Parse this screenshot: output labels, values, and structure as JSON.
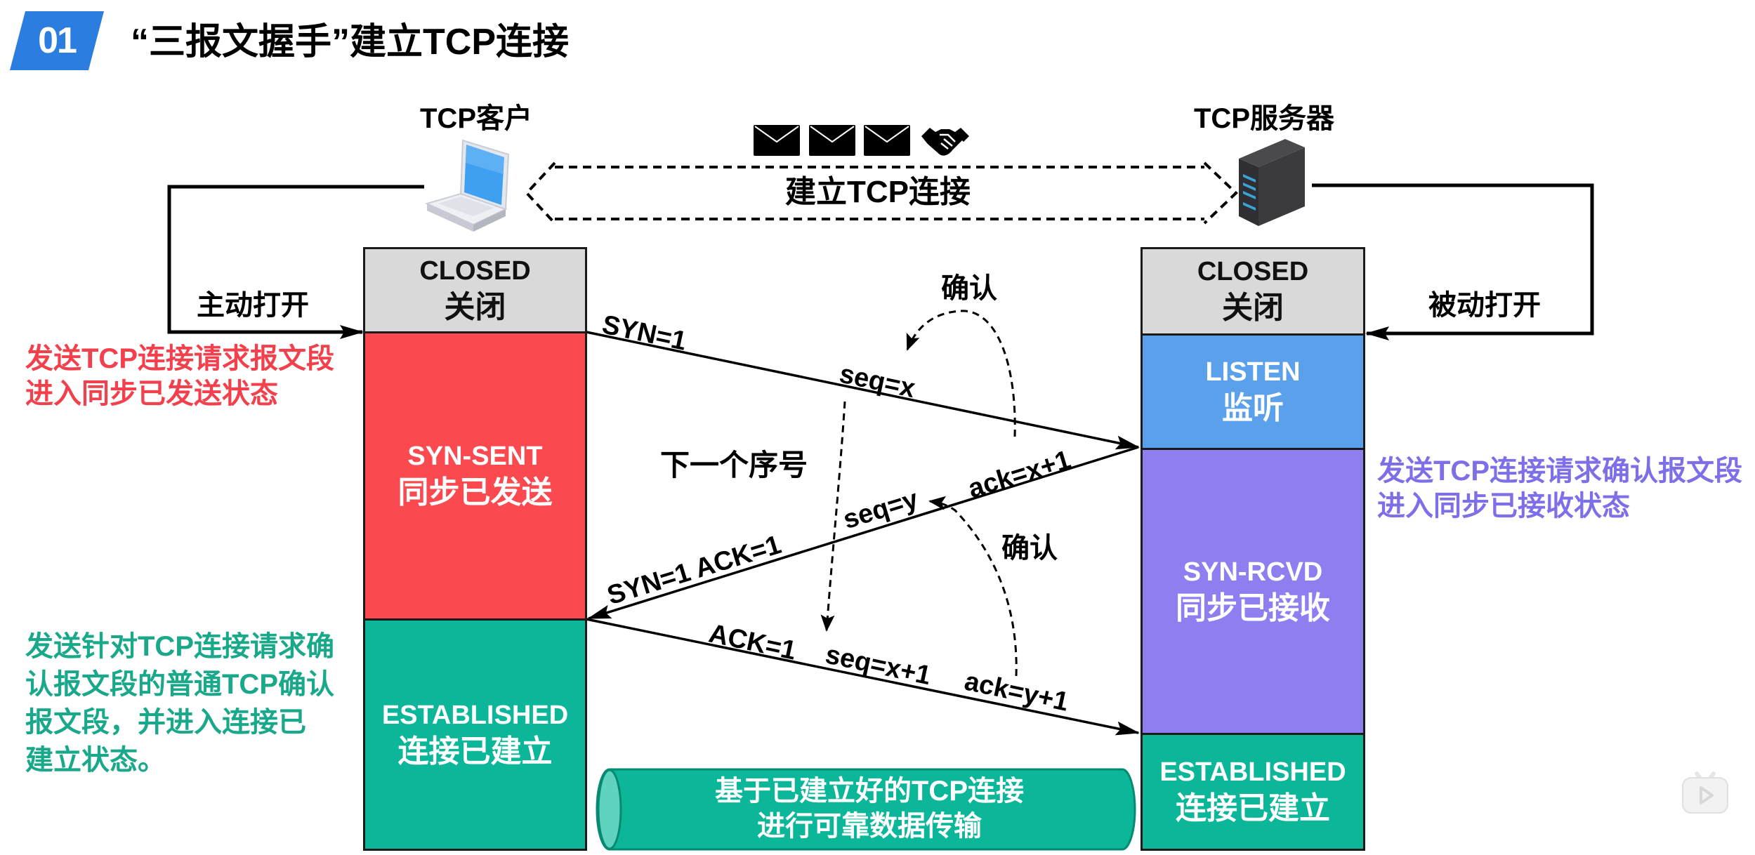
{
  "header": {
    "badge": "01",
    "title": "“三报文握手”建立TCP连接",
    "badge_color": "#2b7de0"
  },
  "nodes": {
    "client": {
      "label": "TCP客户",
      "icon": "laptop-icon"
    },
    "server": {
      "label": "TCP服务器",
      "icon": "server-icon"
    },
    "connection_label": "建立TCP连接",
    "message_icons": [
      "envelope-icon",
      "envelope-icon",
      "envelope-icon",
      "handshake-icon"
    ]
  },
  "client_states": [
    {
      "en": "CLOSED",
      "zh": "关闭",
      "color": "#d9d9d9"
    },
    {
      "en": "SYN-SENT",
      "zh": "同步已发送",
      "color": "#fb4a4f"
    },
    {
      "en": "ESTABLISHED",
      "zh": "连接已建立",
      "color": "#0bb699"
    }
  ],
  "server_states": [
    {
      "en": "CLOSED",
      "zh": "关闭",
      "color": "#d9d9d9"
    },
    {
      "en": "LISTEN",
      "zh": "监听",
      "color": "#5ba0ea"
    },
    {
      "en": "SYN-RCVD",
      "zh": "同步已接收",
      "color": "#8e7ff0"
    },
    {
      "en": "ESTABLISHED",
      "zh": "连接已建立",
      "color": "#0bb699"
    }
  ],
  "open_labels": {
    "active": "主动打开",
    "passive": "被动打开"
  },
  "annotations": {
    "client_syn": [
      "发送TCP连接请求报文段",
      "进入同步已发送状态"
    ],
    "server_synack": [
      "发送TCP连接请求确认报文段",
      "进入同步已接收状态"
    ],
    "client_ack": [
      "发送针对TCP连接请求确",
      "认报文段的普通TCP确认",
      "报文段，并进入连接已",
      "建立状态。"
    ]
  },
  "messages": {
    "syn": {
      "flags": "SYN=1",
      "seq": "seq=x"
    },
    "synack": {
      "flags": "SYN=1  ACK=1",
      "seq": "seq=y",
      "ack": "ack=x+1"
    },
    "ack": {
      "flags": "ACK=1",
      "seq": "seq=x+1",
      "ack": "ack=y+1"
    }
  },
  "relations": {
    "confirm_1": "确认",
    "confirm_2": "确认",
    "next_seq": "下一个序号"
  },
  "data_transfer": [
    "基于已建立好的TCP连接",
    "进行可靠数据传输"
  ],
  "watermark": {
    "icon": "bilibili-tv-icon"
  }
}
